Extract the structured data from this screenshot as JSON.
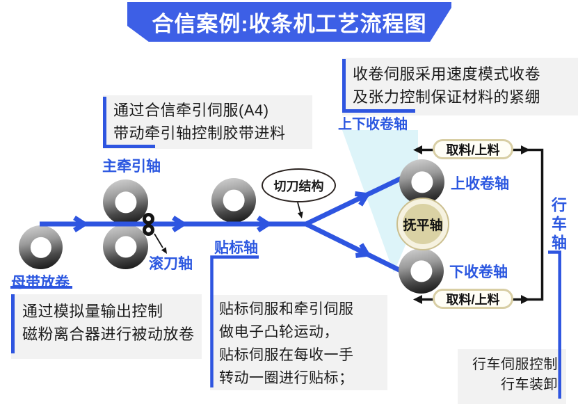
{
  "title": {
    "text": "合信案例:收条机工艺流程图"
  },
  "colors": {
    "banner_blue": "#3d5fe6",
    "label_blue": "#2b57e0",
    "line_blue": "#2e55e0",
    "note_bg": "#f2f2f2",
    "text_dark": "#1a1a1a",
    "black_line": "#141414",
    "fan_cyan": "#ddf4f9",
    "badge_tan": "#dad2a4",
    "badge_ring": "#f6f2e0",
    "pill_border": "#d8cea4"
  },
  "notes": {
    "traction": {
      "lines": [
        "通过合信牵引伺服(A4)",
        "带动牵引轴控制胶带进料"
      ]
    },
    "winding": {
      "lines": [
        "收卷伺服采用速度模式收卷",
        "及张力控制保证材料的紧绷"
      ]
    },
    "unwind": {
      "lines": [
        "通过模拟量输出控制",
        "磁粉离合器进行被动放卷"
      ]
    },
    "labeling": {
      "lines": [
        "贴标伺服和牵引伺服",
        "做电子凸轮运动，",
        "贴标伺服在每收一手",
        "转动一圈进行贴标；"
      ]
    },
    "crane": {
      "lines": [
        "行车伺服控制",
        "行车装卸"
      ]
    }
  },
  "labels": {
    "main_traction_axis": "主牵引轴",
    "roller_knife_axis": "滚刀轴",
    "mother_tape_unwind": "母带放卷",
    "labeling_axis": "贴标轴",
    "cutter_structure": "切刀结构",
    "upper_lower_winding_axis": "上下收卷轴",
    "upper_winding_axis": "上收卷轴",
    "lower_winding_axis": "下收卷轴",
    "smoothing_axis": "抚平轴",
    "pickup_upper": "取料/上料",
    "pickup_lower": "取料/上料",
    "crane_axis": "行车轴"
  }
}
